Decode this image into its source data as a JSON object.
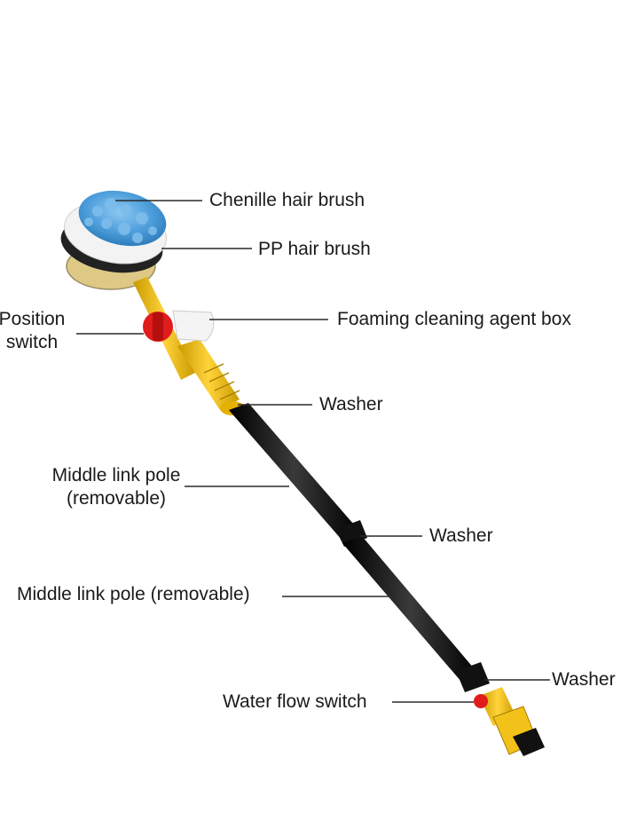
{
  "labels": {
    "chenille_brush": "Chenille hair brush",
    "pp_brush": "PP hair brush",
    "position_switch_line1": "Position",
    "position_switch_line2": "switch",
    "foaming_box": "Foaming cleaning agent box",
    "washer_upper": "Washer",
    "middle_pole_1_line1": "Middle link pole",
    "middle_pole_1_line2": "(removable)",
    "washer_middle": "Washer",
    "middle_pole_2": "Middle link pole (removable)",
    "washer_lower": "Washer",
    "water_flow_switch": "Water flow switch"
  },
  "colors": {
    "brush_blue": "#5aa7e0",
    "brush_white": "#f3f3f3",
    "pole_black": "#1c1c1c",
    "connector_yellow": "#f2c21b",
    "switch_red": "#e01c1c",
    "foam_box": "#f2f2f2"
  }
}
